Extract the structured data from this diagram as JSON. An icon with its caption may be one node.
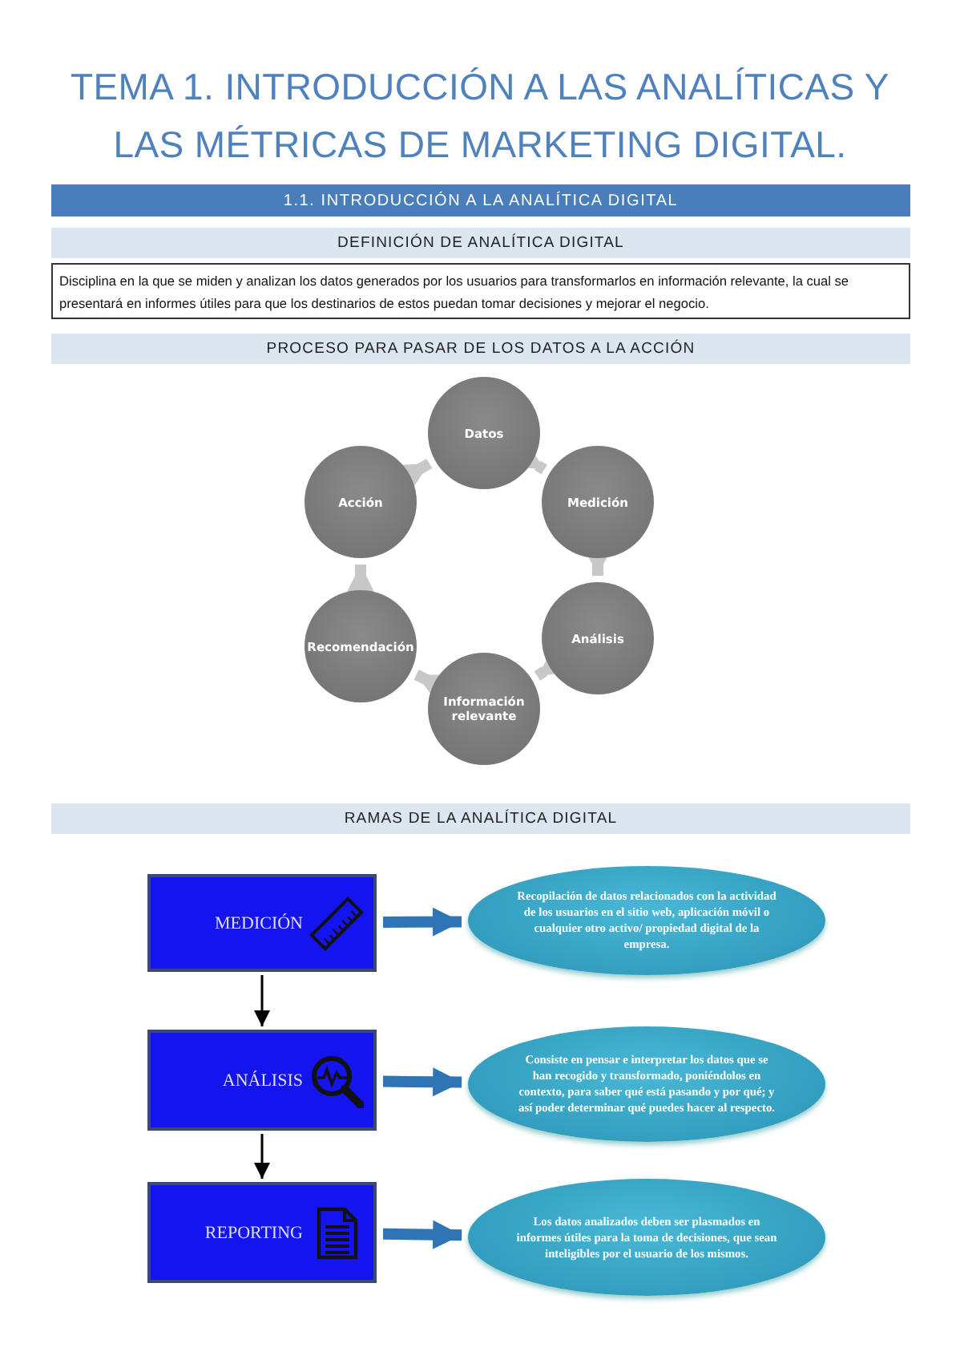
{
  "diagram": {
    "title": "TEMA 1. INTRODUCCIÓN A LAS ANALÍTICAS Y LAS MÉTRICAS DE MARKETING DIGITAL.",
    "nodes": [
      {
        "text": [
          "1.1. INTRODUCCIÓN A LA ANALÍTICA DIGITAL"
        ]
      },
      {
        "text": [
          "DEFINICIÓN DE ANALÍTICA DIGITAL"
        ]
      },
      {
        "text": [
          "Disciplina en la que se miden y analizan los datos generados por los usuarios para transformarlos en información relevante, la cual se presentará en informes útiles para que los destinarios de estos puedan tomar decisiones y mejorar el negocio."
        ]
      },
      {
        "text": [
          "PROCESO PARA PASAR DE LOS DATOS A LA ACCIÓN"
        ]
      },
      {
        "text": [
          "Datos"
        ]
      },
      {
        "text": [
          "Medición"
        ]
      },
      {
        "text": [
          "Análisis"
        ]
      },
      {
        "text": [
          "Información relevante"
        ]
      },
      {
        "text": [
          "Recomendación"
        ]
      },
      {
        "text": [
          "Acción"
        ]
      },
      {
        "text": [
          "RAMAS DE LA ANALÍTICA DIGITAL"
        ]
      },
      {
        "text": [
          "MEDICIÓN"
        ]
      },
      {
        "text": [
          "Recopilación de datos relacionados con la actividad de los usuarios en el sitio web, aplicación móvil o cualquier otro activo/ propiedad digital de la empresa."
        ]
      },
      {
        "text": [
          "ANÁLISIS"
        ]
      },
      {
        "text": [
          "Consiste en pensar e interpretar los datos que se han recogido y transformado, poniéndolos en contexto, para saber qué está pasando y por qué; y así poder determinar qué puedes hacer al respecto."
        ]
      },
      {
        "text": [
          "REPORTING"
        ]
      },
      {
        "text": [
          "Los datos analizados deben ser plasmados en informes útiles para la toma de decisiones, que sean inteligibles por el usuario de los mismos."
        ]
      }
    ],
    "edges": [
      {
        "from": 4,
        "to": 5,
        "arrow": "to"
      },
      {
        "from": 5,
        "to": 6,
        "arrow": "to"
      },
      {
        "from": 6,
        "to": 7,
        "arrow": "to"
      },
      {
        "from": 7,
        "to": 8,
        "arrow": "to"
      },
      {
        "from": 8,
        "to": 9,
        "arrow": "to"
      },
      {
        "from": 9,
        "to": 4,
        "arrow": "to"
      },
      {
        "from": 11,
        "to": 12,
        "arrow": "to",
        "color": "#2e75b6"
      },
      {
        "from": 13,
        "to": 14,
        "arrow": "to",
        "color": "#2e75b6"
      },
      {
        "from": 15,
        "to": 16,
        "arrow": "to",
        "color": "#2e75b6"
      },
      {
        "from": 11,
        "to": 13,
        "arrow": "to",
        "color": "#000000"
      },
      {
        "from": 13,
        "to": 15,
        "arrow": "to",
        "color": "#000000"
      }
    ]
  }
}
